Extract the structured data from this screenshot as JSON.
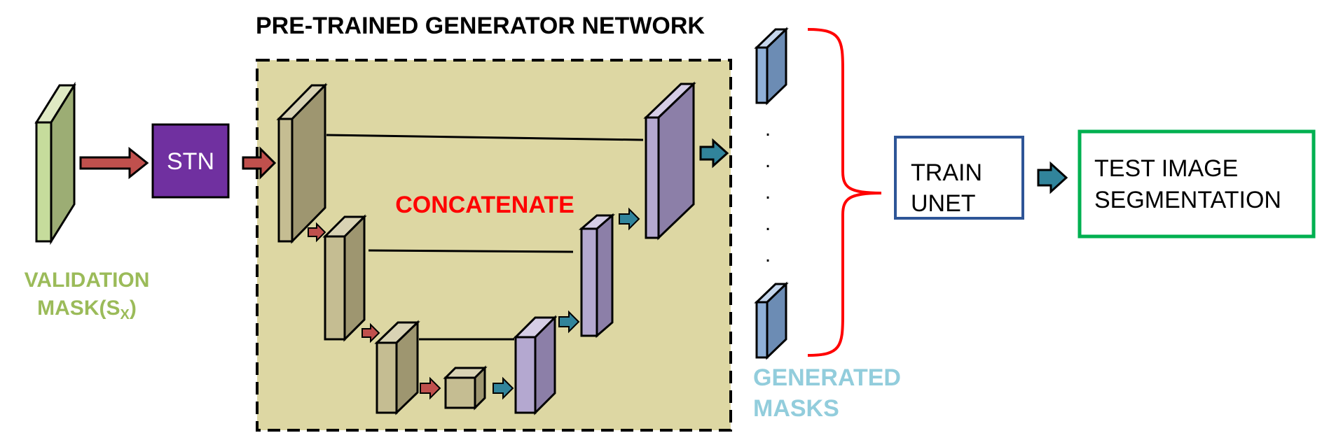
{
  "title": "PRE-TRAINED GENERATOR NETWORK",
  "input_label": {
    "line1": "VALIDATION",
    "line2_main": "MASK(S",
    "line2_sub": "X",
    "line2_end": ")"
  },
  "stn_label": "STN",
  "concat_label": "CONCATENATE",
  "output_label": {
    "line1": "GENERATED",
    "line2": "MASKS"
  },
  "dots": ".",
  "train_box": {
    "line1": "TRAIN",
    "line2": "UNET"
  },
  "test_box": {
    "line1": "TEST IMAGE",
    "line2": "SEGMENTATION"
  },
  "colors": {
    "input_mask": "#c6dc9c",
    "stn": "#7030a0",
    "generator_bg": "#ddd7a3",
    "encoder": "#c5bd92",
    "decoder": "#b4a8d0",
    "output_mask": "#8fb0d8",
    "red_arrow": "#c0504d",
    "teal_arrow": "#31849b",
    "brace": "#ff0000",
    "concat_text": "#ff0000",
    "input_text": "#9bbb59",
    "output_text": "#92cddc",
    "train_border": "#2e5597",
    "test_border": "#00b050"
  }
}
